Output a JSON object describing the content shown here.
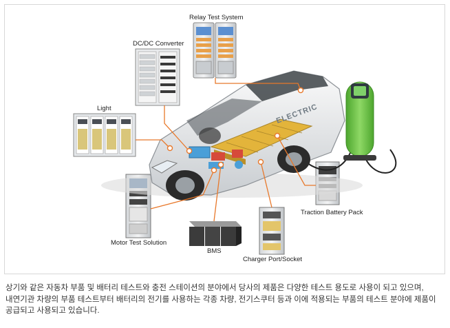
{
  "labels": {
    "relay": "Relay Test System",
    "dcdc": "DC/DC Converter",
    "light": "Light",
    "motor": "Motor Test Solution",
    "bms": "BMS",
    "charger": "Charger Port/Socket",
    "traction": "Traction Battery Pack"
  },
  "car_text": "ELECTRIC",
  "caption": [
    "상기와 같은 자동차 부품 및 배터리 테스트와 충전 스테이션의 분야에서 당사의 제품은 다양한 테스트 용도로 사용이 되고 있으며,",
    "내연기관 차량의 부품 테스트부터 배터리의 전기를 사용하는 각종 차량, 전기스쿠터 등과 이에 적용되는 부품의 테스트 분야에 제품이",
    "공급되고 사용되고 있습니다."
  ],
  "colors": {
    "leader": "#e8782a",
    "charger_green": "#6cc24a",
    "battery_gold": "#e3b43b",
    "cell_blue": "#4a9fd8"
  }
}
